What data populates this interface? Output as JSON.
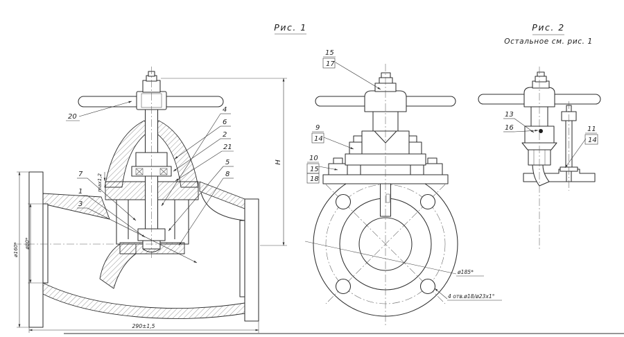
{
  "figure1": {
    "title": "Рис.  1",
    "section_view": {
      "callouts": {
        "c20": "20",
        "c4": "4",
        "c6": "6",
        "c2": "2",
        "c21": "21",
        "c5": "5",
        "c8": "8",
        "c7": "7",
        "c1": "1",
        "c3": "3"
      },
      "dims": {
        "outer_dia": "ø160*",
        "bore_dia": "ø80*",
        "length": "290±1,5",
        "height": "H",
        "gap_note": "max1,2"
      }
    },
    "front_view": {
      "callouts": {
        "c15": "15",
        "c17": "17",
        "c9": "9",
        "c14": "14",
        "c10": "10",
        "c15b": "15",
        "c18": "18"
      },
      "dims": {
        "bolt_circle": "ø185*",
        "holes_note": "4 отв.ø18/ø23х1°"
      }
    }
  },
  "figure2": {
    "title": "Рис.  2",
    "subtitle": "Остальное  см.  рис.  1",
    "callouts": {
      "c13": "13",
      "c16": "16",
      "c11": "11",
      "c14": "14"
    }
  },
  "colors": {
    "line": "#2e2e2e",
    "background": "#ffffff"
  }
}
